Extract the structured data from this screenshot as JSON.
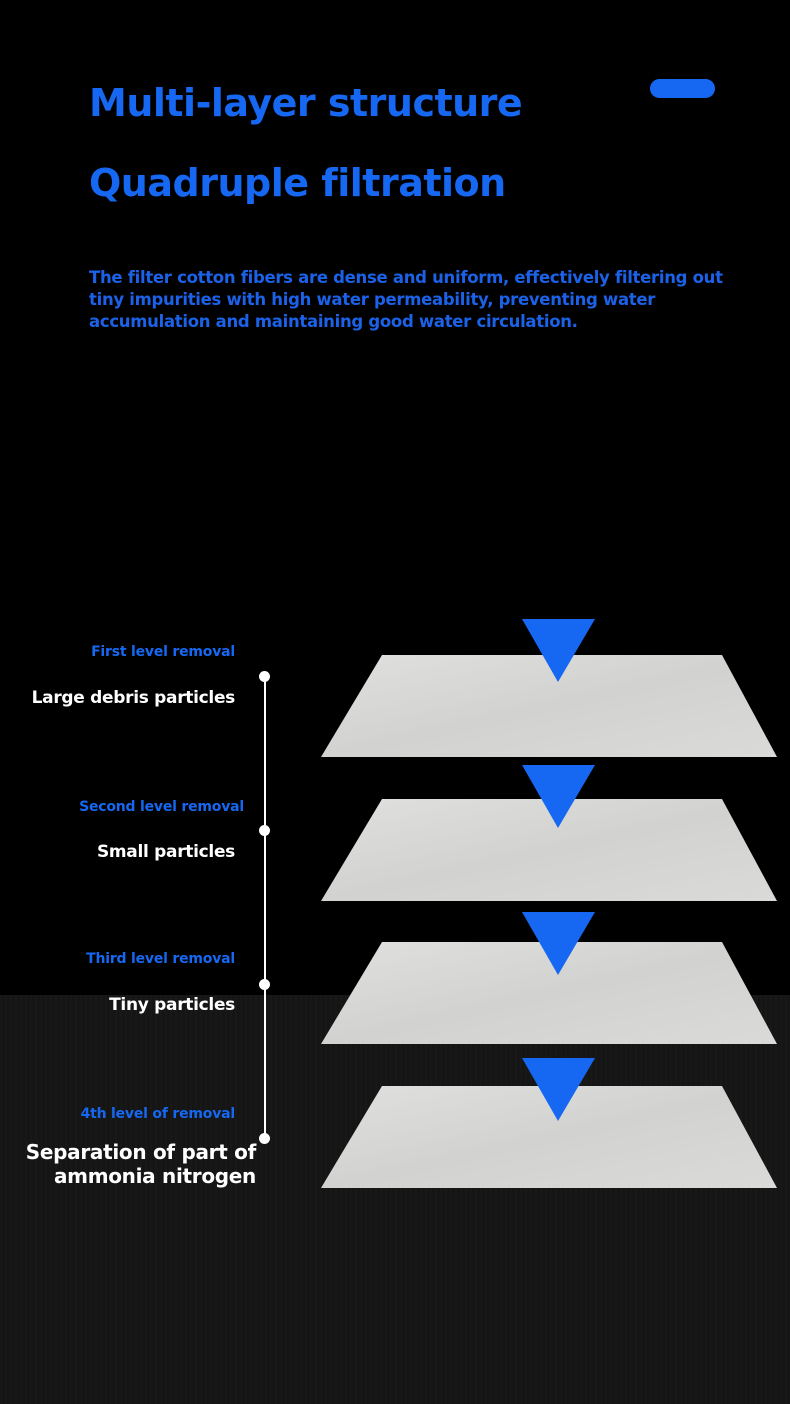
{
  "header": {
    "title_line1": "Multi-layer structure",
    "title_line2": "Quadruple filtration",
    "description": "The filter cotton fibers are dense and uniform, effectively filtering out tiny impurities with high water permeability, preventing water accumulation and maintaining good water circulation."
  },
  "levels": [
    {
      "label": "First level removal",
      "description": "Large debris particles"
    },
    {
      "label": "Second level removal",
      "description": "Small particles"
    },
    {
      "label": "Third level removal",
      "description": "Tiny particles"
    },
    {
      "label": "4th level of removal",
      "description_line1": "Separation of part of",
      "description_line2": "ammonia nitrogen"
    }
  ],
  "colors": {
    "accent_blue": "#1668f2",
    "layer_fill": "#d6d6d6",
    "background": "#000000",
    "text_white": "#ffffff"
  },
  "icons": {
    "arrow": "down-triangle-arrow-icon",
    "marker": "timeline-dot-icon"
  }
}
